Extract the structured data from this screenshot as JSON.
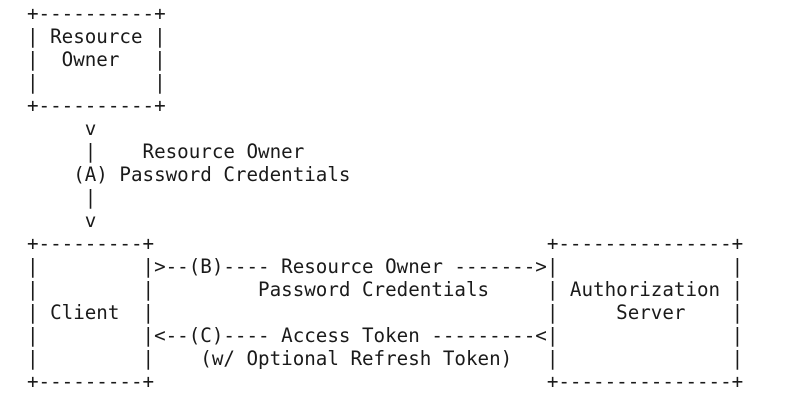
{
  "diagram": {
    "title": "",
    "lines": [
      "+----------+",
      "| Resource |",
      "|  Owner   |",
      "|          |",
      "+----------+",
      "     v",
      "     |    Resource Owner",
      "    (A) Password Credentials",
      "     |",
      "     v",
      "+---------+                                  +---------------+",
      "|         |>--(B)---- Resource Owner ------->|               |",
      "|         |         Password Credentials     | Authorization |",
      "| Client  |                                  |     Server    |",
      "|         |<--(C)---- Access Token ---------<|               |",
      "|         |    (w/ Optional Refresh Token)   |               |",
      "+---------+                                  +---------------+"
    ],
    "nodes": [
      {
        "id": "resource-owner",
        "label": "Resource Owner"
      },
      {
        "id": "client",
        "label": "Client"
      },
      {
        "id": "authorization-server",
        "label": "Authorization Server"
      }
    ],
    "flows": [
      {
        "step": "(A)",
        "label": "Resource Owner Password Credentials",
        "from": "resource-owner",
        "to": "client"
      },
      {
        "step": "(B)",
        "label": "Resource Owner Password Credentials",
        "from": "client",
        "to": "authorization-server"
      },
      {
        "step": "(C)",
        "label": "Access Token (w/ Optional Refresh Token)",
        "from": "authorization-server",
        "to": "client"
      }
    ]
  }
}
